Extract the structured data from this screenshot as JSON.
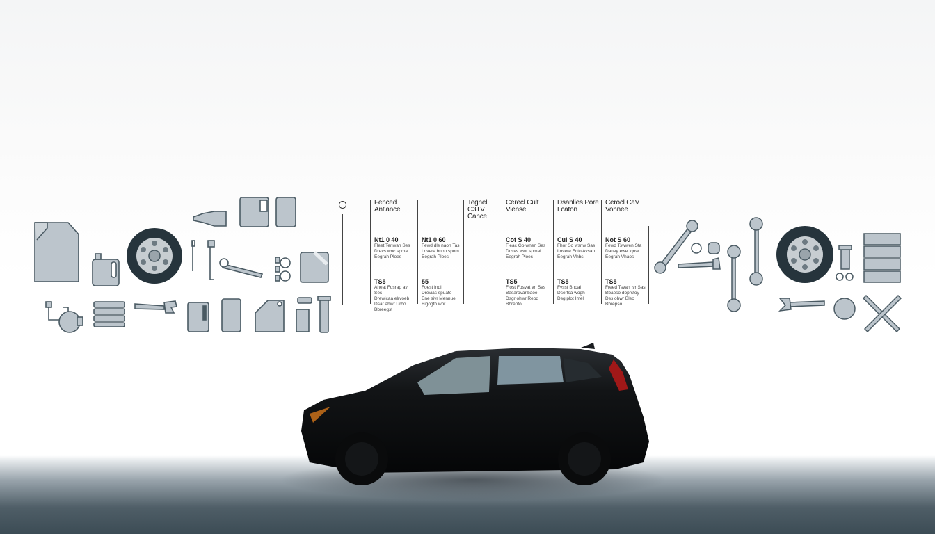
{
  "scene": {
    "description": "Car maintenance illustration: tool & part icons flanking a cost/info table above a dark SUV",
    "colors": {
      "icon_fill": "#bcc5cc",
      "icon_stroke": "#4a5a63",
      "tire": "#26343c",
      "car": "#0d0f11",
      "floor": "#3c4c55"
    }
  },
  "table": {
    "marker_icon": "circle-icon",
    "columns": [
      {
        "header": "Fenced Antiance",
        "price": "Nt1 0 40",
        "desc": [
          "Fleet Tenwan Ses",
          "Drevs wnc spmal",
          "Eegrah Ploes"
        ],
        "sub": "TS5",
        "sub_desc": [
          "Aheat Fosrap av Ses",
          "Drewicaa elrvoeb",
          "Dsar ahwr Urbo",
          "Bbreegst"
        ]
      },
      {
        "header": "",
        "price": "Nt1 0 60",
        "desc": [
          "Fewd dle naon Tas",
          "Lovere bnon spom",
          "Eegrah Ploes"
        ],
        "sub": "55",
        "sub_desc": [
          "Foest Inql",
          "Drevias spuato",
          "Ene sivr Mennue",
          "Bigogth wnr"
        ]
      },
      {
        "header": "Tegnel C3TV Cance",
        "price": "",
        "desc": [],
        "sub": "",
        "sub_desc": []
      },
      {
        "header": "Cerecl Cult Viense",
        "price": "Cot S 40",
        "desc": [
          "Fleac Go-wnen Ses",
          "Dosvs wwr spmal",
          "Eegrah Ploes"
        ],
        "sub": "TS5",
        "sub_desc": [
          "Flost Fosvat vrl Sas",
          "Basarovarlbaoe",
          "Dsgr ohwr Reod",
          "Bbrepto"
        ]
      },
      {
        "header": "Dsanlies Pore Lcaton",
        "price": "Cul S 40",
        "desc": [
          "Fhor So wsnw Sas",
          "Lovere Ecto Avsan",
          "Eegrah Vhbs"
        ],
        "sub": "TS5",
        "sub_desc": [
          "Fvsst Bnoal",
          "Dsertsa wogh",
          "Dsg plot Imel"
        ]
      },
      {
        "header": "Cerocl CaV Vohnee",
        "price": "Not S 60",
        "desc": [
          "Fewd Tswwen Sta",
          "Daney ewe Iqnwl",
          "Eegrah Vhaos"
        ],
        "sub": "TS5",
        "sub_desc": [
          "Freed Tsvan tvr Sas",
          "Bbaeso doprstoy",
          "Dss ohwr Bleo",
          "Bbrepso"
        ]
      }
    ]
  },
  "left_icons": [
    "jerry-can-icon",
    "oil-bottle-icon",
    "tire-icon",
    "spark-plug-icon",
    "fluid-can-icon",
    "coolant-can-icon",
    "dipstick-icon",
    "wrench-icon",
    "washer-set-icon",
    "fuel-can-icon",
    "pump-icon",
    "brake-pad-stack-icon",
    "wrench-icon",
    "oil-jug-icon",
    "phone-icon",
    "jerry-can-icon",
    "grease-gun-icon"
  ],
  "right_icons": [
    "wrench-icon",
    "washer-icon",
    "filter-icon",
    "wrench-icon",
    "wrench-icon",
    "wrench-icon",
    "tire-icon",
    "shock-icon",
    "nut-icon",
    "tool-drawer-icon",
    "wrench-icon",
    "ball-icon",
    "crossed-wrenches-icon"
  ],
  "vehicle": {
    "type": "compact SUV",
    "color": "black"
  }
}
